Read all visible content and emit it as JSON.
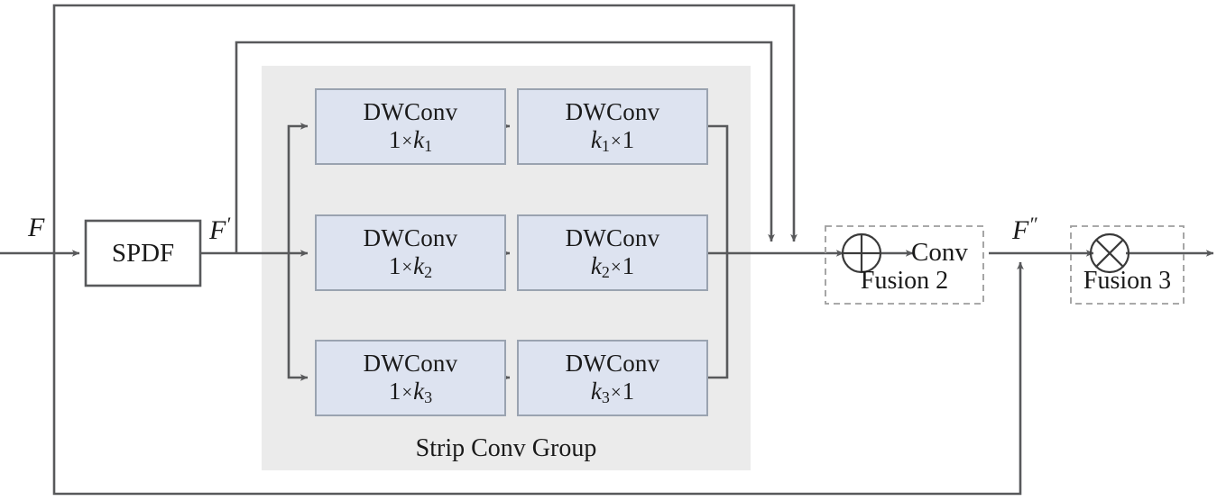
{
  "diagram": {
    "title": "Strip Conv Group module diagram",
    "colors": {
      "line": "#58595b",
      "block_fill": "#dde3f0",
      "block_stroke": "#9aa3b0",
      "group_fill": "#ebebeb",
      "dashed_stroke": "#9d9d9d",
      "background": "#ffffff",
      "text": "#1a1a1a"
    },
    "labels": {
      "input": "F",
      "input_prime": "F",
      "input_prime_mark": "′",
      "output_double": "F",
      "output_double_mark": "″",
      "group": "Strip Conv Group",
      "conv": "Conv"
    },
    "blocks": {
      "spdf": "SPDF",
      "rows": [
        {
          "left": {
            "name": "DWConv",
            "sub_a": "1",
            "op": "×",
            "sub_b": "k",
            "index": "1",
            "text": "1×k₁"
          },
          "right": {
            "name": "DWConv",
            "sub_a": "k",
            "index": "1",
            "op": "×",
            "sub_b": "1",
            "text": "k₁×1"
          }
        },
        {
          "left": {
            "name": "DWConv",
            "sub_a": "1",
            "op": "×",
            "sub_b": "k",
            "index": "2",
            "text": "1×k₂"
          },
          "right": {
            "name": "DWConv",
            "sub_a": "k",
            "index": "2",
            "op": "×",
            "sub_b": "1",
            "text": "k₂×1"
          }
        },
        {
          "left": {
            "name": "DWConv",
            "sub_a": "1",
            "op": "×",
            "sub_b": "k",
            "index": "3",
            "text": "1×k₃"
          },
          "right": {
            "name": "DWConv",
            "sub_a": "k",
            "index": "3",
            "op": "×",
            "sub_b": "1",
            "text": "k₃×1"
          }
        }
      ]
    },
    "fusion": [
      {
        "id": "fusion2",
        "label": "Fusion 2",
        "operator": "⊕",
        "operator_name": "circled-plus",
        "has_conv": true,
        "conv_label": "Conv"
      },
      {
        "id": "fusion3",
        "label": "Fusion 3",
        "operator": "⊗",
        "operator_name": "circled-times",
        "has_conv": false,
        "conv_label": ""
      }
    ]
  }
}
